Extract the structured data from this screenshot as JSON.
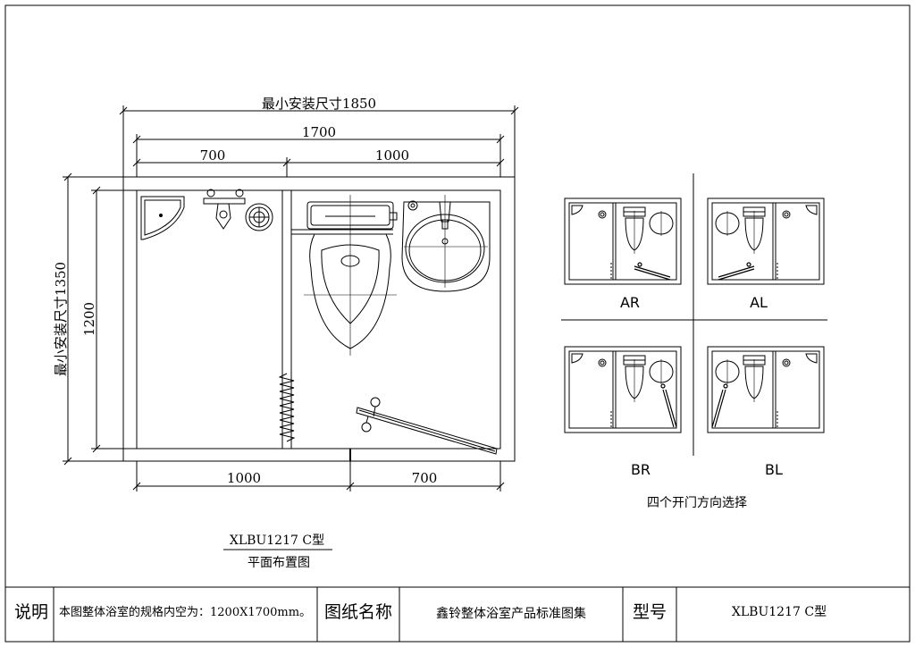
{
  "plan": {
    "min_width_label": "最小安装尺寸1850",
    "overall_width": "1700",
    "top_left_width": "700",
    "top_right_width": "1000",
    "min_height_label": "最小安装尺寸1350",
    "height": "1200",
    "bottom_left_width": "1000",
    "bottom_right_width": "700"
  },
  "caption": {
    "model_line": "XLBU1217  C型",
    "subtitle": "平面布置图"
  },
  "options": {
    "AR": "AR",
    "AL": "AL",
    "BR": "BR",
    "BL": "BL",
    "caption": "四个开门方向选择"
  },
  "title_block": {
    "notes_heading": "说明",
    "notes_text": "本图整体浴室的规格内空为：1200X1700mm。",
    "drawing_name_heading": "图纸名称",
    "drawing_name": "鑫铃整体浴室产品标准图集",
    "model_heading": "型号",
    "model": "XLBU1217 C型"
  }
}
